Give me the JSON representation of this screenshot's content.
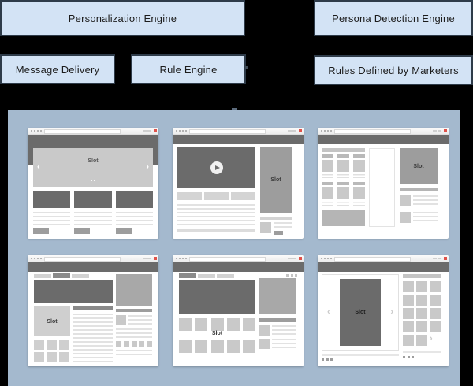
{
  "diagram": {
    "background": "#000000",
    "boxes": [
      {
        "label": "Personalization Engine"
      },
      {
        "label": "Persona Detection Engine"
      },
      {
        "label": "Message Delivery"
      },
      {
        "label": "Rule Engine"
      },
      {
        "label": "Rules Defined by Marketers"
      }
    ],
    "colors": {
      "box_fill": "#d3e3f5",
      "box_border": "#2e3b49",
      "label_text": "#1c1c1c"
    }
  },
  "mockup_panel": {
    "background": "#a4b9ce",
    "windows": [
      {
        "name": "hero-carousel-template",
        "slot_label": "Slot"
      },
      {
        "name": "video-page-template",
        "slot_label": "Slot"
      },
      {
        "name": "catalog-template",
        "slot_label": "Slot"
      },
      {
        "name": "article-template",
        "slot_label": "Slot"
      },
      {
        "name": "gallery-template",
        "slot_label": "Slot"
      },
      {
        "name": "product-carousel-template",
        "slot_label": "Slot"
      }
    ],
    "colors": {
      "window_bg": "#ffffff",
      "chrome_bg": "#f1f1f1",
      "header_gray": "#6b6b6b",
      "slot_gray": "#9d9d9d",
      "placeholder_gray": "#c9c9c9",
      "close_dot_red": "#e0524a"
    }
  },
  "icons": {
    "chevron_left": "‹",
    "chevron_right": "›"
  }
}
